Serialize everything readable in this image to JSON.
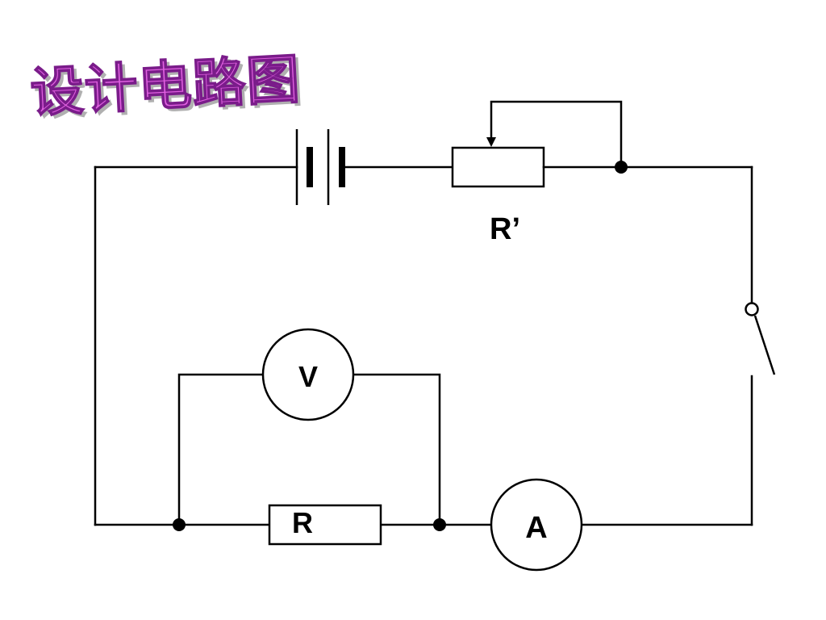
{
  "title": "设计电路图",
  "labels": {
    "rheostat": "R’",
    "resistor": "R",
    "voltmeter": "V",
    "ammeter": "A"
  },
  "colors": {
    "title_fill": "#e060e0",
    "title_outline": "#7a1c8a",
    "wire": "#000000"
  }
}
